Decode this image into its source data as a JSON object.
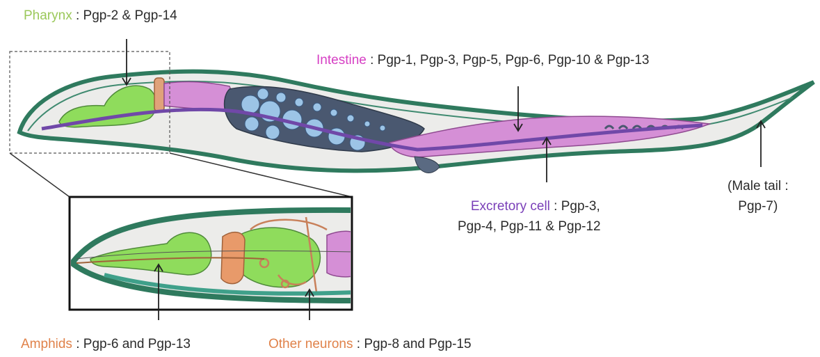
{
  "labels": {
    "pharynx": {
      "tissue": "Pharynx",
      "sep": " : ",
      "genes": "Pgp-2 & Pgp-14"
    },
    "intestine": {
      "tissue": "Intestine",
      "sep": " : ",
      "genes": "Pgp-1, Pgp-3, Pgp-5, Pgp-6, Pgp-10 & Pgp-13"
    },
    "excretory": {
      "tissue": "Excretory cell",
      "sep": " : ",
      "genes_line1": "Pgp-3,",
      "genes_line2": "Pgp-4, Pgp-11 & Pgp-12"
    },
    "male_tail": {
      "line1": "(Male tail :",
      "line2": "Pgp-7)"
    },
    "amphids": {
      "tissue": "Amphids",
      "sep": " : ",
      "genes": "Pgp-6 and Pgp-13"
    },
    "other_neurons": {
      "tissue": "Other neurons",
      "sep": " : ",
      "genes": "Pgp-8 and Pgp-15"
    }
  },
  "colors": {
    "pharynx": "#9bc85a",
    "intestine": "#d63fc4",
    "excretory": "#7a3fb8",
    "amphids": "#e0824a",
    "other_neurons": "#e0824a",
    "cuticle": "#2f7a5e",
    "body_fill": "#ececea",
    "gut": "#d58fd6",
    "gonad": "#4a5870",
    "oocyte": "#9cc4e6",
    "pharynx_fill": "#8fdc5c",
    "excretory_canal": "#7048a8",
    "text": "#2b2b2b"
  }
}
